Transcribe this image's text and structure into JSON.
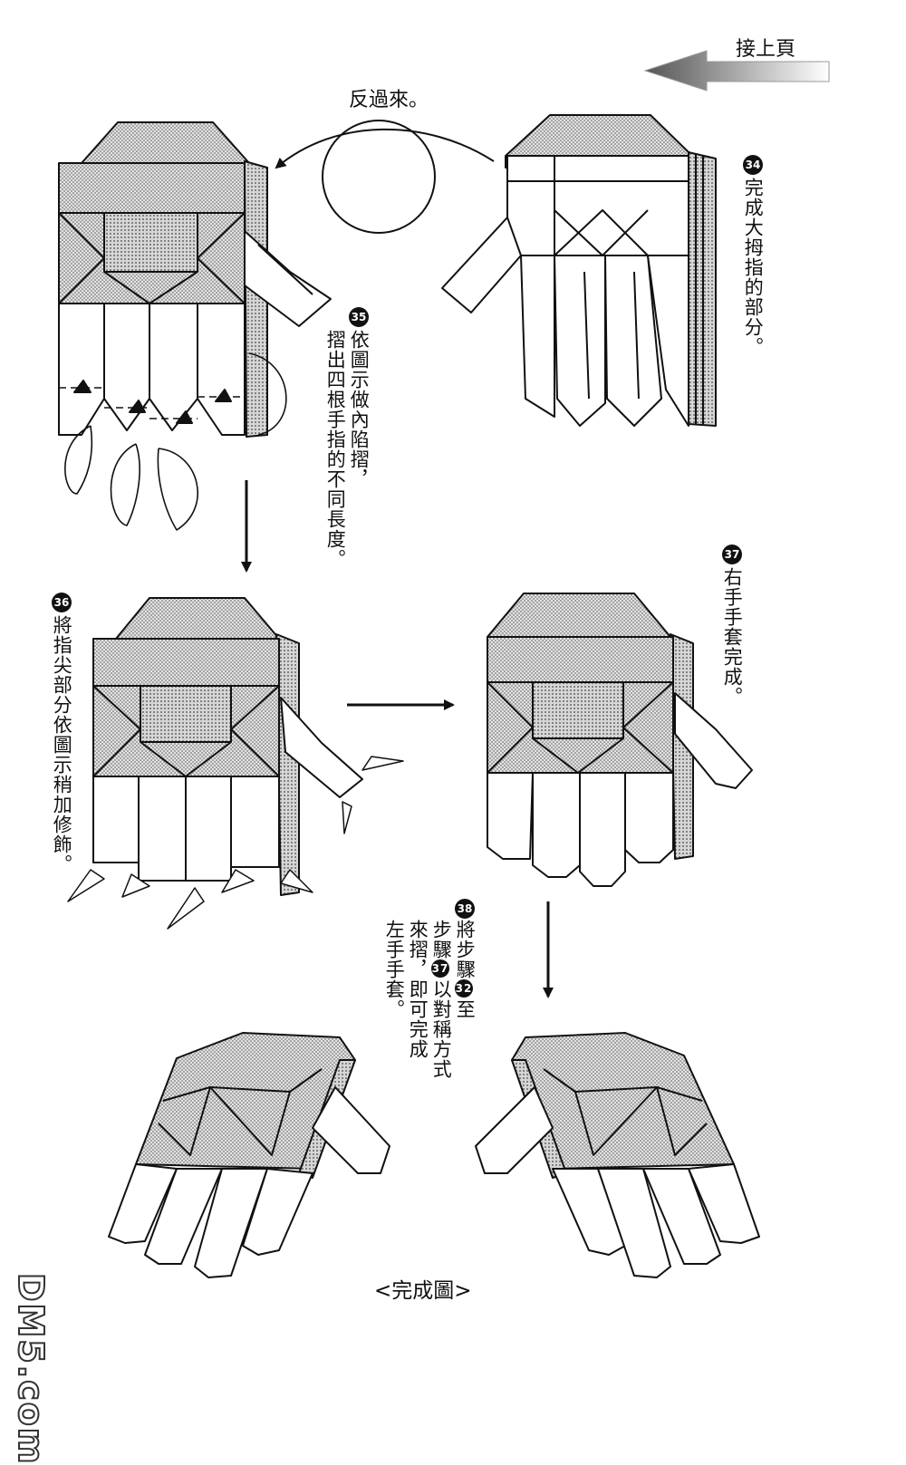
{
  "header": {
    "continued": "接上頁"
  },
  "steps": {
    "turn_over": "反過來。",
    "s34": {
      "num": "34",
      "text": "完成大拇指的部分。"
    },
    "s35": {
      "num": "35",
      "line1": "依圖示做內陷摺，",
      "line2": "摺出四根手指的不同長度。"
    },
    "s36": {
      "num": "36",
      "text": "將指尖部分依圖示稍加修飾。"
    },
    "s37": {
      "num": "37",
      "text": "右手手套完成。"
    },
    "s38": {
      "num": "38",
      "line1a": "將步驟",
      "line1b": "32",
      "line1c": "至",
      "line2a": "步驟",
      "line2b": "37",
      "line2c": "以對稱方式",
      "line3": "來摺，即可完成",
      "line4": "左手手套。"
    }
  },
  "caption": "<完成圖>",
  "watermark": "DM5.com",
  "colors": {
    "paper": "#ffffff",
    "ink": "#111111",
    "fold_shade": "#c9c9c9"
  }
}
